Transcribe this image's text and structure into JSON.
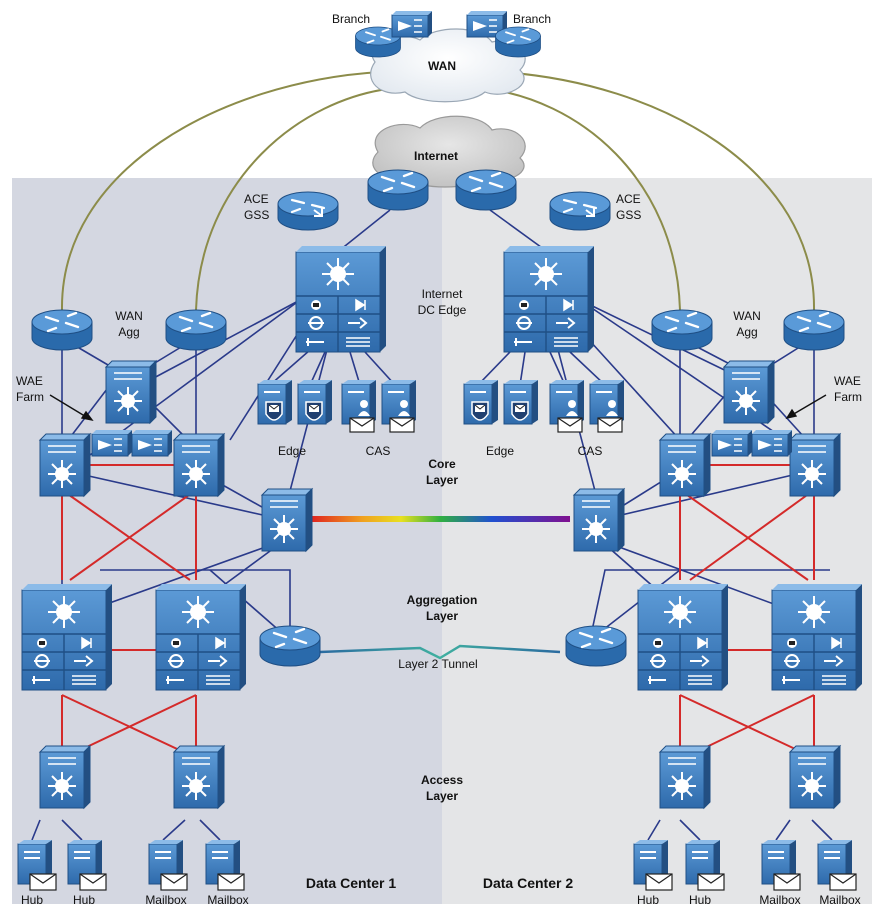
{
  "labels": {
    "branch_left": "Branch",
    "branch_right": "Branch",
    "wan": "WAN",
    "internet": "Internet",
    "ace_left": "ACE",
    "gss_left": "GSS",
    "ace_right": "ACE",
    "gss_right": "GSS",
    "internet_dc_edge_1": "Internet",
    "internet_dc_edge_2": "DC Edge",
    "wan_agg_left_1": "WAN",
    "wan_agg_left_2": "Agg",
    "wan_agg_right_1": "WAN",
    "wan_agg_right_2": "Agg",
    "wae_farm_left_1": "WAE",
    "wae_farm_left_2": "Farm",
    "wae_farm_right_1": "WAE",
    "wae_farm_right_2": "Farm",
    "edge_left": "Edge",
    "cas_left": "CAS",
    "edge_right": "Edge",
    "cas_right": "CAS",
    "core_layer_1": "Core",
    "core_layer_2": "Layer",
    "aggregation_layer_1": "Aggregation",
    "aggregation_layer_2": "Layer",
    "layer2_tunnel": "Layer 2 Tunnel",
    "access_layer_1": "Access",
    "access_layer_2": "Layer",
    "data_center_1": "Data Center 1",
    "data_center_2": "Data Center 2",
    "hub_1": "Hub",
    "hub_2": "Hub",
    "mailbox_1": "Mailbox",
    "mailbox_2": "Mailbox",
    "hub_3": "Hub",
    "hub_4": "Hub",
    "mailbox_3": "Mailbox",
    "mailbox_4": "Mailbox"
  },
  "colors": {
    "device_blue": "#3b7ec0",
    "device_blue_dark": "#1f4f85",
    "wan_link": "#8a8a4a",
    "blue_link": "#2a3a8a",
    "red_link": "#d42a2a",
    "dc1_bg": "#d3d6e0",
    "dc2_bg": "#e3e4e6"
  }
}
